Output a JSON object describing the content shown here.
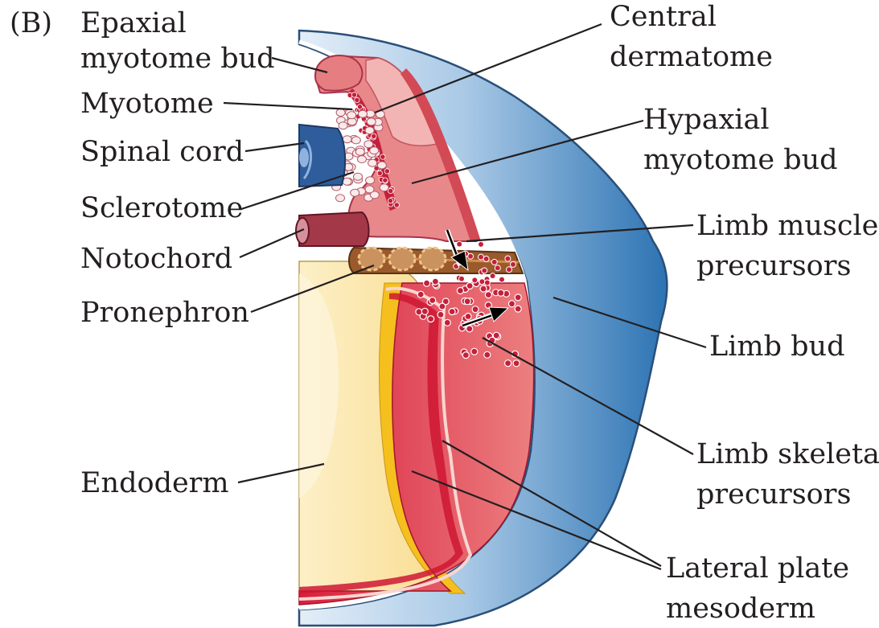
{
  "panel_label": "(B)",
  "labels": {
    "epaxial": [
      "Epaxial",
      "myotome bud"
    ],
    "myotome": [
      "Myotome"
    ],
    "spinal_cord": [
      "Spinal cord"
    ],
    "sclerotome": [
      "Sclerotome"
    ],
    "notochord": [
      "Notochord"
    ],
    "pronephron": [
      "Pronephron"
    ],
    "endoderm": [
      "Endoderm"
    ],
    "central_dermatome": [
      "Central",
      "dermatome"
    ],
    "hypaxial": [
      "Hypaxial",
      "myotome bud"
    ],
    "limb_muscle": [
      "Limb muscle",
      "precursors"
    ],
    "limb_bud": [
      "Limb bud"
    ],
    "limb_skeletal": [
      "Limb skeletal",
      "precursors"
    ],
    "lateral_plate": [
      "Lateral plate",
      "mesoderm"
    ]
  },
  "colors": {
    "ectoderm": "#b7d3ea",
    "ectoderm_dark": "#3f7fb8",
    "outline": "#2a4f78",
    "endoderm": "#fbe4a5",
    "endoderm_light": "#fdf2cf",
    "yellow_layer": "#f5bf1e",
    "lateral_plate": "#e2575f",
    "lateral_plate_dark": "#c81d35",
    "somite": "#e8888a",
    "somite_light": "#f3b5b3",
    "myotome_dots": "#c4203a",
    "spinal_cord": "#2f5d9c",
    "notochord": "#a33848",
    "pronephron": "#9a5a2c",
    "text": "#231f20"
  }
}
